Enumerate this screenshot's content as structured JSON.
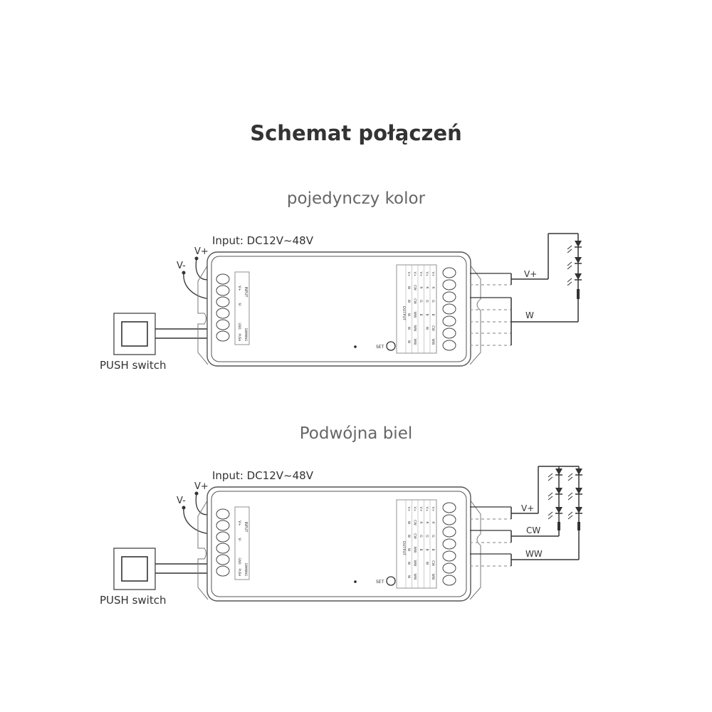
{
  "title": "Schemat połączeń",
  "diagrams": [
    {
      "subtitle": "pojedynczy kolor",
      "input_label": "Input: DC12V~48V",
      "v_plus": "V+",
      "v_minus": "V-",
      "push_label": "PUSH switch",
      "outputs": [
        "V+",
        "W"
      ]
    },
    {
      "subtitle": "Podwójna biel",
      "input_label": "Input: DC12V~48V",
      "v_plus": "V+",
      "v_minus": "V-",
      "push_label": "PUSH switch",
      "outputs": [
        "V+",
        "CW",
        "WW"
      ]
    }
  ],
  "controller": {
    "input_header": "INPUT",
    "input_terms": [
      "V+",
      "V-"
    ],
    "dimming_header": "DIMMING",
    "dimming_terms": [
      "GND",
      "PUSH"
    ],
    "output_header": "OUTPUT",
    "output_columns": [
      [
        "V+",
        "W",
        "W",
        "W",
        "W",
        "W"
      ],
      [
        "V+",
        "CW",
        "CW",
        "WW",
        "WW",
        "WW"
      ],
      [
        "V+",
        "R",
        "G",
        "B",
        "",
        ""
      ],
      [
        "V+",
        "R",
        "G",
        "B",
        "W",
        ""
      ],
      [
        "V+",
        "R",
        "G",
        "B",
        "CW",
        "WW"
      ]
    ],
    "set_label": "SET"
  }
}
